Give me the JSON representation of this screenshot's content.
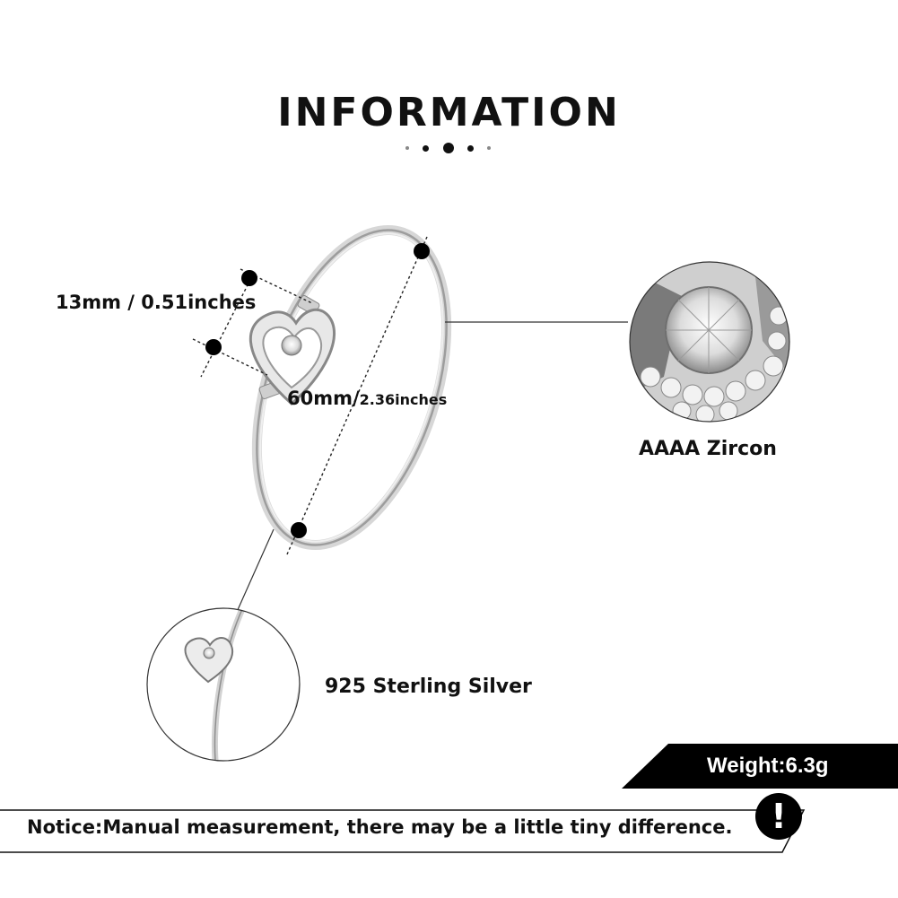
{
  "header": {
    "title": "INFORMATION"
  },
  "measurements": {
    "width_label": "13mm / 0.51inches",
    "diameter_value": "60mm/",
    "diameter_inches": "2.36inches"
  },
  "features": {
    "zircon_label": "AAAA  Zircon",
    "silver_label": "925 Sterling Silver"
  },
  "weight": {
    "label": "Weight:6.3g"
  },
  "notice": {
    "text": "Notice:Manual measurement, there may be a little tiny difference.",
    "icon": "exclamation-icon",
    "icon_glyph": "!"
  },
  "colors": {
    "accent": "#000000",
    "silver": "#c9c9c9",
    "background": "#ffffff"
  }
}
